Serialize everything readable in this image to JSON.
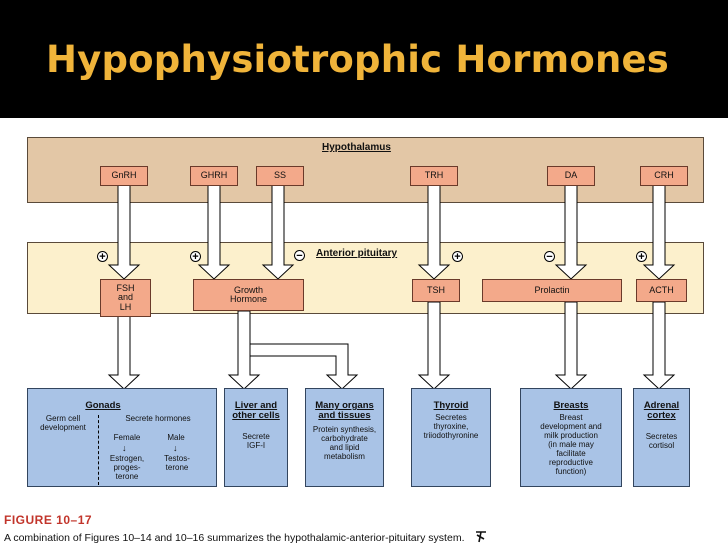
{
  "slide": {
    "title": "Hypophysiotrophic Hormones"
  },
  "hypothalamus": {
    "label": "Hypothalamus",
    "hormones": [
      "GnRH",
      "GHRH",
      "SS",
      "TRH",
      "DA",
      "CRH"
    ]
  },
  "anterior_pituitary": {
    "label": "Anterior pituitary",
    "signs": [
      "+",
      "+",
      "−",
      "+",
      "−",
      "+"
    ],
    "hormones": [
      "FSH\nand\nLH",
      "Growth\nHormone",
      "TSH",
      "Prolactin",
      "ACTH"
    ]
  },
  "targets": {
    "gonads": {
      "title": "Gonads",
      "left_text": "Germ cell\ndevelopment",
      "right_text": "Secrete hormones",
      "female": "Female",
      "male": "Male",
      "female_hormones": "Estrogen,\nproges-\nterone",
      "male_hormones": "Testos-\nterone"
    },
    "liver": {
      "title": "Liver and\nother cells",
      "text": "Secrete\nIGF-I"
    },
    "organs": {
      "title": "Many organs\nand tissues",
      "text": "Protein synthesis,\ncarbohydrate\nand lipid\nmetabolism"
    },
    "thyroid": {
      "title": "Thyroid",
      "text": "Secretes\nthyroxine,\ntriiodothyronine"
    },
    "breasts": {
      "title": "Breasts",
      "text": "Breast\ndevelopment and\nmilk production\n(in male may\nfacilitate\nreproductive\nfunction)"
    },
    "adrenal": {
      "title": "Adrenal\ncortex",
      "text": "Secretes\ncortisol"
    }
  },
  "caption": {
    "label": "FIGURE 10–17",
    "text": "A combination of Figures 10–14 and 10–16 summarizes the hypothalamic-anterior-pituitary system."
  },
  "colors": {
    "hypothalamus_band": "#e3c7a6",
    "pituitary_band": "#fcf0cc",
    "hormone_box": "#f3a98a",
    "target_box": "#a9c3e6",
    "title": "#f0b43a",
    "caption_label": "#c2352b"
  }
}
